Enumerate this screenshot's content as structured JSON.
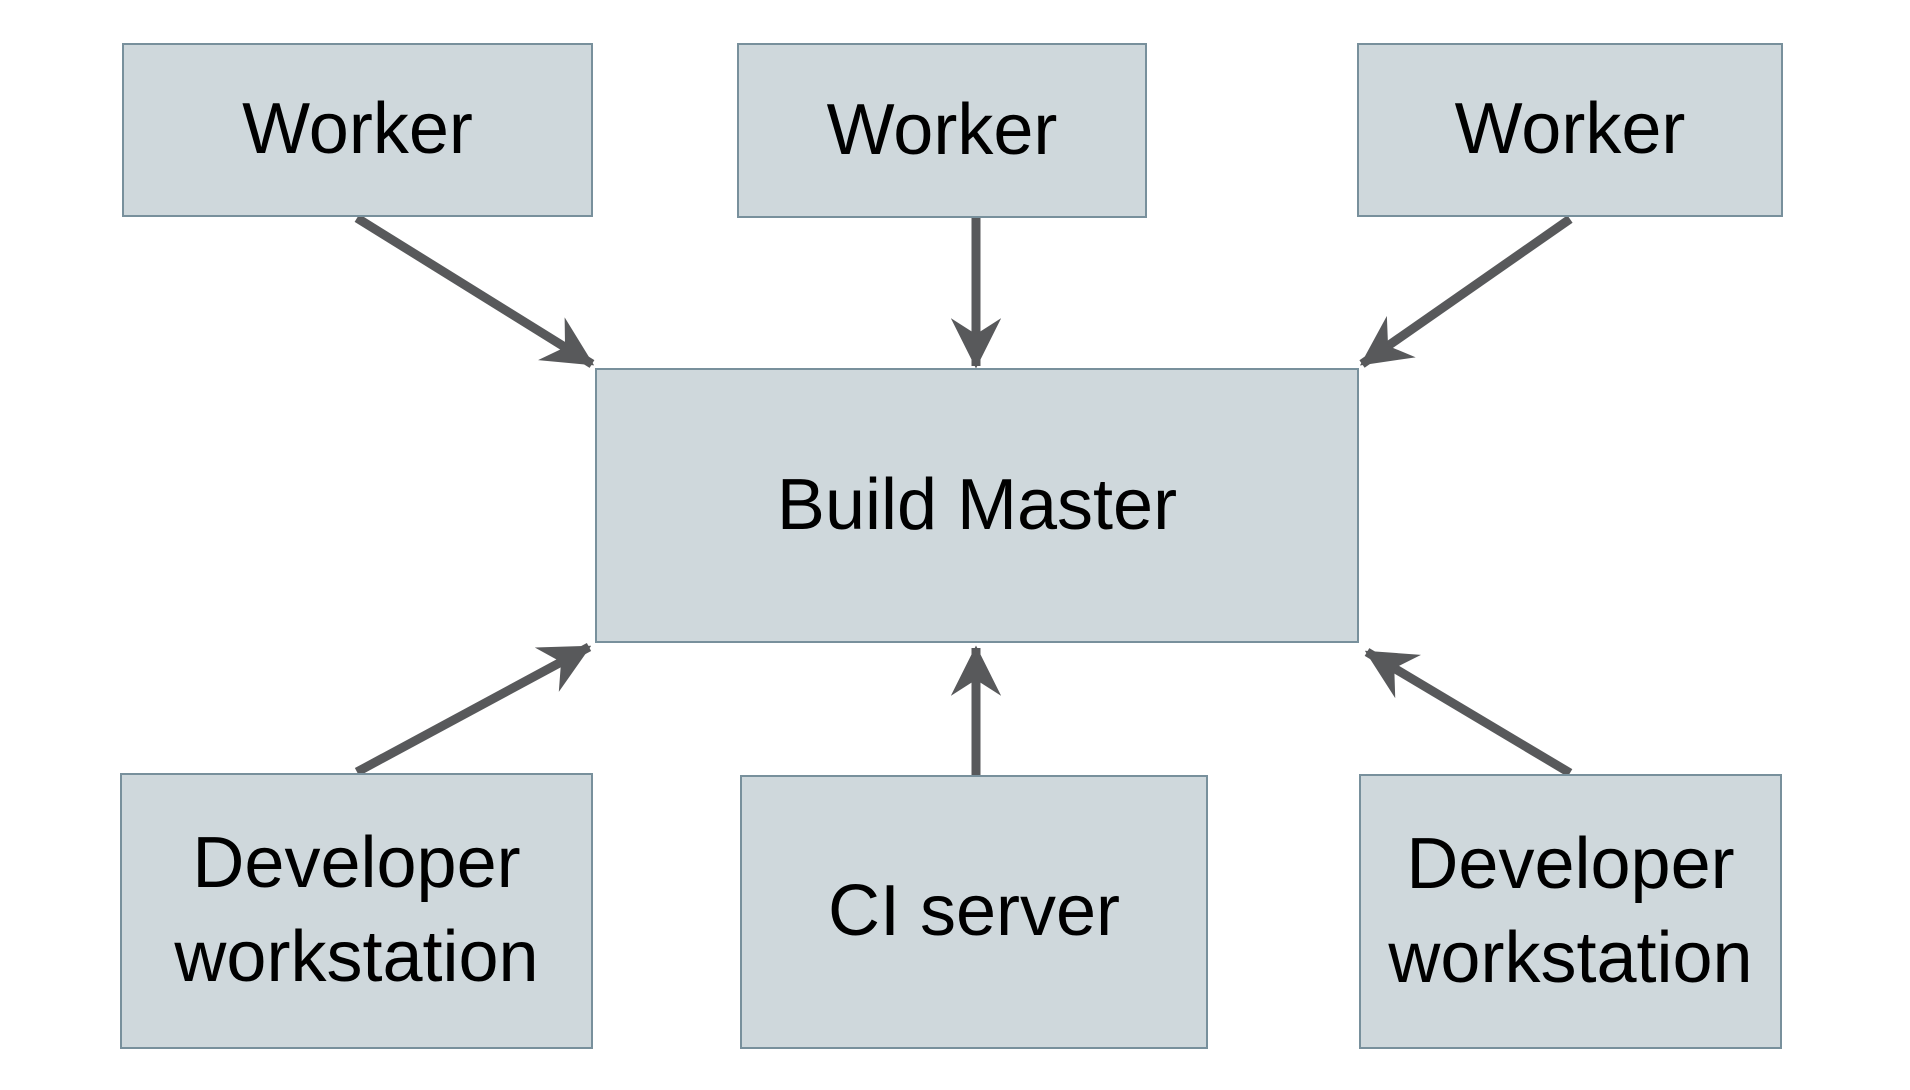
{
  "diagram": {
    "description": "Distributed build system diagram: three Worker nodes feed down into a central Build Master; two Developer workstations and a CI server feed up into the Build Master.",
    "nodes": {
      "worker_left": {
        "label": "Worker"
      },
      "worker_center": {
        "label": "Worker"
      },
      "worker_right": {
        "label": "Worker"
      },
      "build_master": {
        "label": "Build Master"
      },
      "dev_workstation_left": {
        "label": "Developer workstation"
      },
      "ci_server": {
        "label": "CI server"
      },
      "dev_workstation_right": {
        "label": "Developer workstation"
      }
    },
    "edges": [
      {
        "from": "worker_left",
        "to": "build_master",
        "attach": "top-left-corner"
      },
      {
        "from": "worker_center",
        "to": "build_master",
        "attach": "top-edge-center"
      },
      {
        "from": "worker_right",
        "to": "build_master",
        "attach": "top-right-corner"
      },
      {
        "from": "dev_workstation_left",
        "to": "build_master",
        "attach": "bottom-left-corner"
      },
      {
        "from": "ci_server",
        "to": "build_master",
        "attach": "bottom-edge-center"
      },
      {
        "from": "dev_workstation_right",
        "to": "build_master",
        "attach": "bottom-right-corner"
      }
    ],
    "colors": {
      "background": "#ffffff",
      "node_fill": "#cfd8dc",
      "node_border": "#78909c",
      "arrow": "#58595b",
      "text": "#000000"
    }
  }
}
